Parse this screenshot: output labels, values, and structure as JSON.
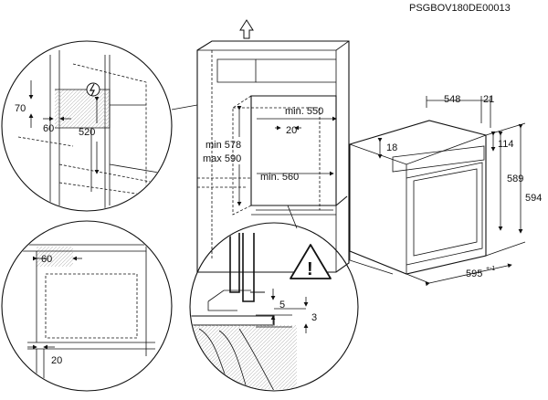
{
  "document_code": "PSGBOV180DE00013",
  "niche": {
    "min_width_label": "min. 550",
    "min_depth_label": "min. 560",
    "height_label_min": "min 578",
    "height_label_max": "max 590",
    "inner_offset": "20"
  },
  "oven": {
    "depth": "548",
    "front_thickness": "21",
    "panel_top": "114",
    "top_offset": "18",
    "height_front": "589",
    "height_total": "594",
    "width": "595",
    "width_tolerance": "+-1"
  },
  "detail_top_left": {
    "dim_70": "70",
    "dim_60": "60",
    "dim_520": "520"
  },
  "detail_bottom_left": {
    "dim_60": "60",
    "dim_20": "20"
  },
  "detail_bottom_center": {
    "dim_5": "5",
    "dim_3": "3",
    "warning_glyph": "!"
  },
  "icons": {
    "up_arrow": "up-arrow-icon",
    "electric": "electric-hazard-icon",
    "warning": "warning-triangle-icon"
  },
  "colors": {
    "line": "#111111",
    "hatch": "#d9d9d9"
  }
}
